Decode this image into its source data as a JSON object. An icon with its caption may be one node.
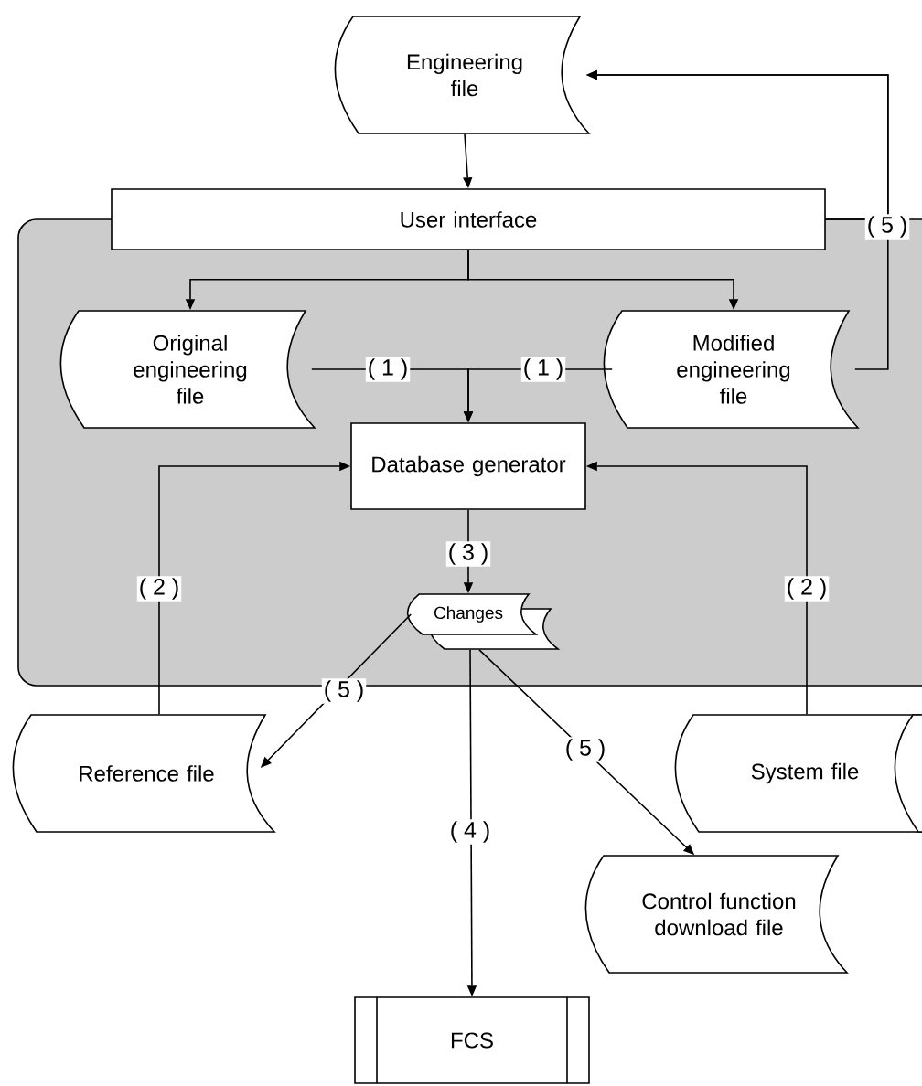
{
  "diagram": {
    "nodes": [
      {
        "text": [
          "Engineering file"
        ]
      },
      {
        "text": [
          "User interface"
        ]
      },
      {
        "text": [
          "Original engineering file"
        ]
      },
      {
        "text": [
          "Modified engineering file"
        ]
      },
      {
        "text": [
          "Database generator"
        ]
      },
      {
        "text": [
          "Changes"
        ]
      },
      {
        "text": [
          "Reference file"
        ]
      },
      {
        "text": [
          "System file"
        ]
      },
      {
        "text": [
          "Control function download file"
        ]
      },
      {
        "text": [
          "FCS"
        ]
      },
      {
        "text": [],
        "shape": "document"
      }
    ],
    "edges": [
      {
        "from": 0,
        "to": 1,
        "arrow": "to"
      },
      {
        "from": 1,
        "to": 2,
        "arrow": "to"
      },
      {
        "from": 1,
        "to": 3,
        "arrow": "to"
      },
      {
        "from": 2,
        "to": 4,
        "arrow": "to",
        "label": "( 1 )"
      },
      {
        "from": 3,
        "to": 4,
        "arrow": "to",
        "label": "( 1 )"
      },
      {
        "from": 6,
        "to": 4,
        "arrow": "to",
        "label": "( 2 )"
      },
      {
        "from": 7,
        "to": 4,
        "arrow": "to",
        "label": "( 2 )"
      },
      {
        "from": 4,
        "to": 5,
        "arrow": "to",
        "label": "( 3 )"
      },
      {
        "from": 5,
        "to": 6,
        "arrow": "to",
        "label": "( 5 )"
      },
      {
        "from": 5,
        "to": 9,
        "arrow": "to",
        "label": "( 4 )"
      },
      {
        "from": 5,
        "to": 8,
        "arrow": "to",
        "label": "( 5 )"
      },
      {
        "from": 3,
        "to": 0,
        "arrow": "to",
        "label": "( 5 )"
      },
      {
        "from": 1,
        "to": 0,
        "arrow": "to"
      }
    ]
  }
}
